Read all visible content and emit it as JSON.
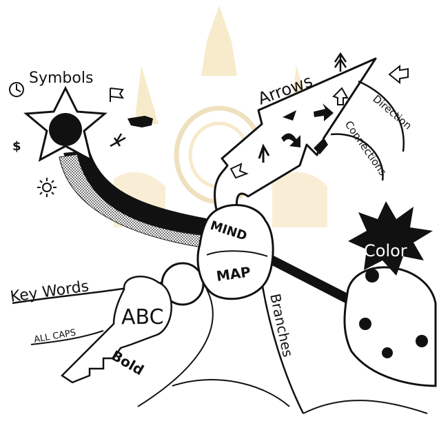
{
  "colors": {
    "ink": "#111111",
    "watermark": "#e9c56a",
    "watermark_ring": "#d3aa4a"
  },
  "center": {
    "line1": "MIND",
    "line2": "MAP"
  },
  "branches": {
    "symbols": "Symbols",
    "arrows": "Arrows",
    "direction": "Direction",
    "connections": "Connections",
    "color": "Color",
    "key_words": "Key Words",
    "abc": "ABC",
    "all_caps": "ALL CAPS",
    "bold": "Bold",
    "branches": "Branches"
  },
  "icons": [
    "clock-icon",
    "flag-icon",
    "pointing-hand-icon",
    "airplane-icon",
    "dollar-icon",
    "sun-icon",
    "arrow-up-icon",
    "arrow-right-icon"
  ]
}
